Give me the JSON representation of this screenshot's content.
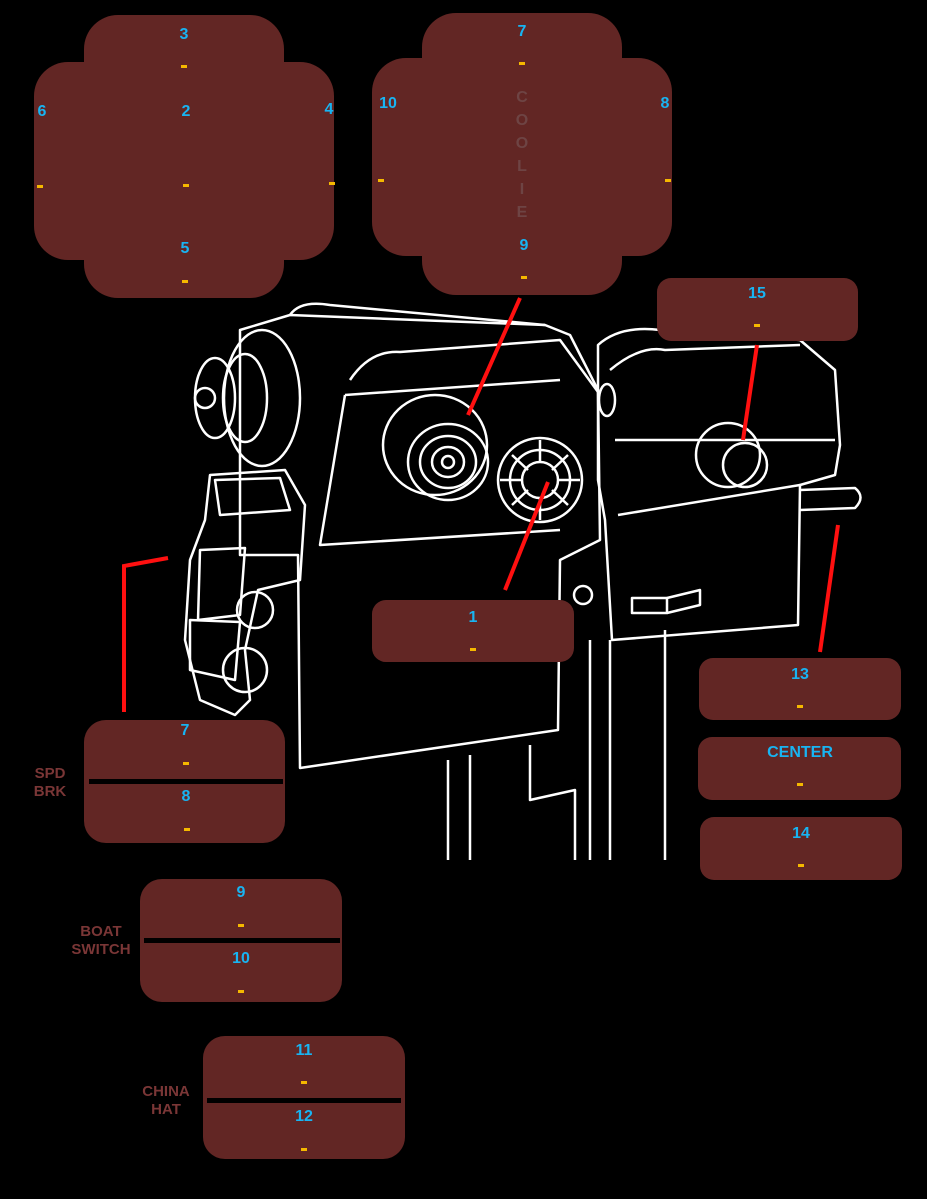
{
  "colors": {
    "box": "#622624",
    "number": "#18b4f2",
    "dash": "#f5b800",
    "label": "#7a3636",
    "leader": "#ff0000",
    "outline": "#ffffff"
  },
  "hat_left": {
    "up": "3",
    "center": "2",
    "left": "6",
    "right": "4",
    "down": "5",
    "values": {
      "up": "-",
      "center": "-",
      "left": "-",
      "right": "-",
      "down": "-"
    }
  },
  "coolie": {
    "label": "COOLIE",
    "letters": [
      "C",
      "O",
      "O",
      "L",
      "I",
      "E"
    ],
    "up": "7",
    "left": "10",
    "right": "8",
    "down": "9",
    "values": {
      "up": "-",
      "left": "-",
      "right": "-",
      "down": "-"
    }
  },
  "button_15": {
    "number": "15",
    "value": "-"
  },
  "button_1": {
    "number": "1",
    "value": "-"
  },
  "lever": {
    "top": {
      "number": "13",
      "value": "-"
    },
    "center": {
      "number": "CENTER",
      "value": "-"
    },
    "bottom": {
      "number": "14",
      "value": "-"
    }
  },
  "spd_brk": {
    "label_line1": "SPD",
    "label_line2": "BRK",
    "top": {
      "number": "7",
      "value": "-"
    },
    "bottom": {
      "number": "8",
      "value": "-"
    }
  },
  "boat_switch": {
    "label_line1": "BOAT",
    "label_line2": "SWITCH",
    "top": {
      "number": "9",
      "value": "-"
    },
    "bottom": {
      "number": "10",
      "value": "-"
    }
  },
  "china_hat": {
    "label_line1": "CHINA",
    "label_line2": "HAT",
    "top": {
      "number": "11",
      "value": "-"
    },
    "bottom": {
      "number": "12",
      "value": "-"
    }
  }
}
